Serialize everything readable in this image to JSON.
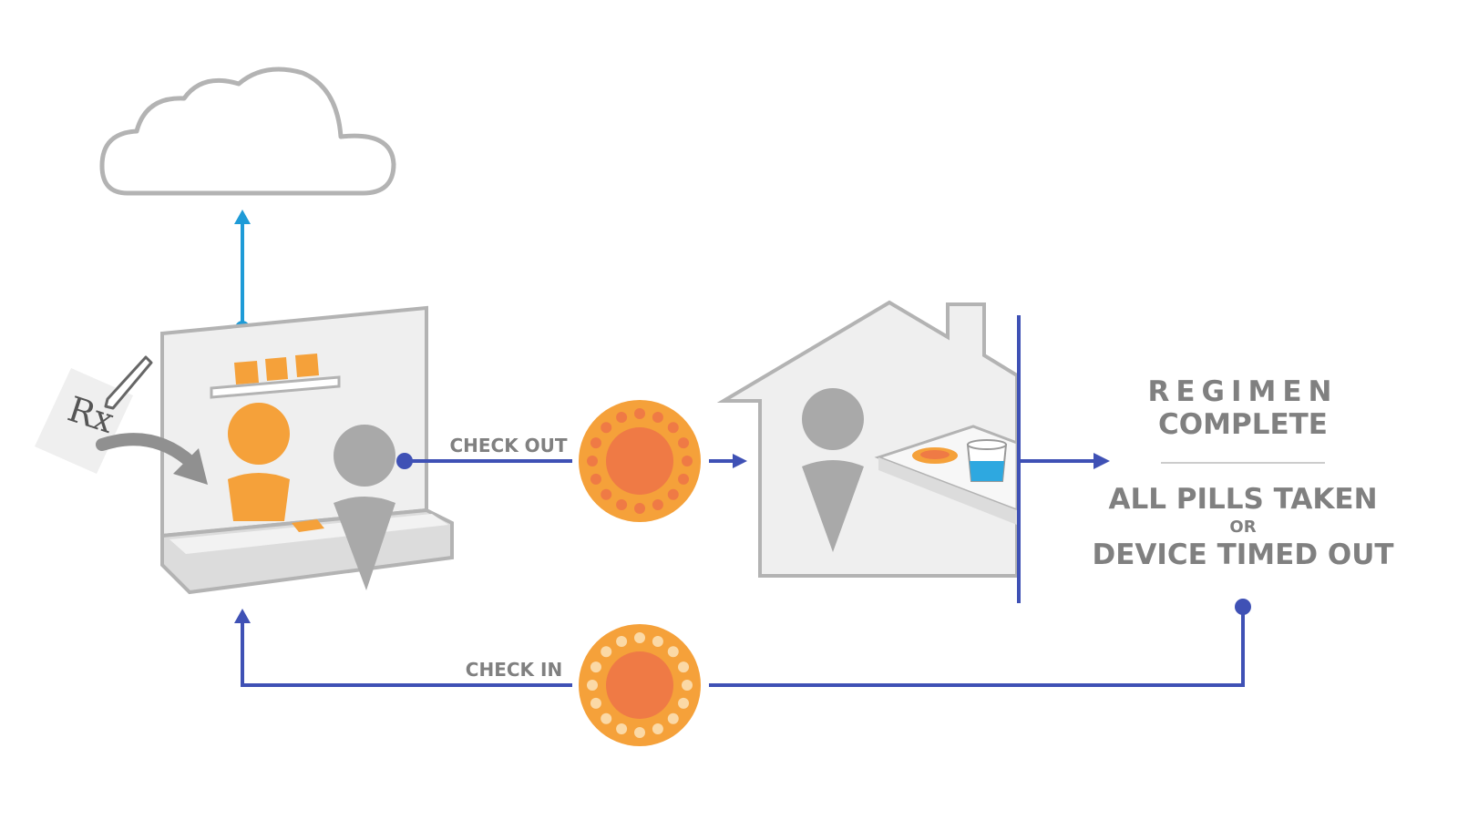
{
  "labels": {
    "check_out": "CHECK OUT",
    "check_in": "CHECK IN",
    "rx": "Rx",
    "regimen_line1": "REGIMEN",
    "regimen_line2": "COMPLETE",
    "outcome_1": "ALL PILLS TAKEN",
    "or": "OR",
    "outcome_2": "DEVICE TIMED OUT"
  },
  "icons": [
    "cloud-icon",
    "prescription-icon",
    "pen-icon",
    "pharmacy-icon",
    "pharmacist-icon",
    "patient-icon",
    "pill-bottle-icon",
    "home-icon",
    "water-glass-icon"
  ],
  "colors": {
    "flow_line": "#3f51b5",
    "upload_line": "#1e9bd7",
    "accent_orange": "#f5a13a",
    "pill_core": "#ef7a45",
    "person_gray": "#a9a9a9",
    "label_gray": "#808080",
    "outline_gray": "#b3b3b3",
    "fill_light": "#efefef"
  }
}
